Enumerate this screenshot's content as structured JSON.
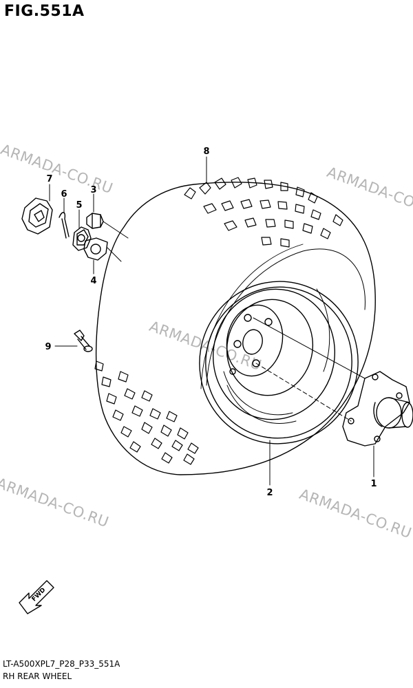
{
  "title": "FIG.551A",
  "footer": {
    "code": "LT-A500XPL7_P28_P33_551A",
    "name": "RH REAR WHEEL"
  },
  "watermark": "ARMADA-CO.RU",
  "fwd_label": "FWD",
  "callouts": {
    "c1": "1",
    "c2": "2",
    "c3": "3",
    "c4": "4",
    "c5": "5",
    "c6": "6",
    "c7": "7",
    "c8": "8",
    "c9": "9"
  }
}
